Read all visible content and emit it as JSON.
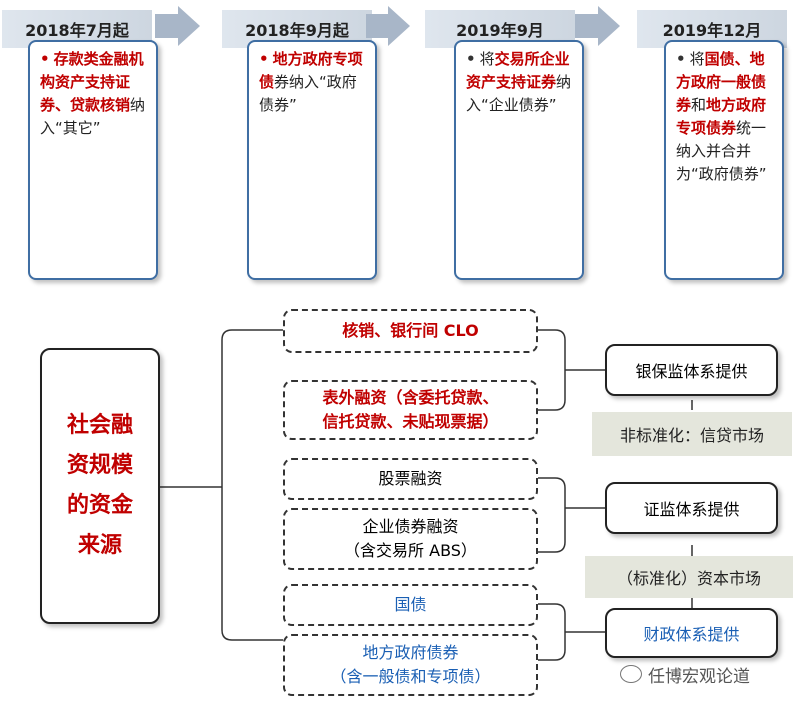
{
  "timeline": [
    {
      "date": "2018年7月起",
      "parts": [
        [
          "存款类金融机构资产支持证券、贷款核销",
          "red"
        ],
        [
          "纳入“其它”",
          "k"
        ]
      ],
      "bullet_red": true
    },
    {
      "date": "2018年9月起",
      "parts": [
        [
          "地方政府专项债",
          "red"
        ],
        [
          "券纳入“政府债券”",
          "k"
        ]
      ],
      "bullet_red": true
    },
    {
      "date": "2019年9月",
      "parts": [
        [
          "将",
          "k"
        ],
        [
          "交易所企业资产支持证券",
          "red"
        ],
        [
          "纳入“企业债券”",
          "k"
        ]
      ],
      "bullet_red": false
    },
    {
      "date": "2019年12月",
      "parts": [
        [
          "将",
          "k"
        ],
        [
          "国债、地方政府一般债券",
          "red"
        ],
        [
          "和",
          "k"
        ],
        [
          "地方政府专项债券",
          "red"
        ],
        [
          "统一纳入并合并为“政府债券”",
          "k"
        ]
      ],
      "bullet_red": false
    }
  ],
  "source_box": {
    "lines": [
      "社会融",
      "资规模",
      "的资金",
      "来源"
    ]
  },
  "items": {
    "write_off": "核销、银行间 CLO",
    "off_balance_1": "表外融资（含委托贷款、",
    "off_balance_2": "信托贷款、未贴现票据）",
    "stock": "股票融资",
    "corp_bond_1": "企业债券融资",
    "corp_bond_2": "（含交易所 ABS）",
    "treasury": "国债",
    "local_bond_1": "地方政府债券",
    "local_bond_2": "（含一般债和专项债）"
  },
  "providers": {
    "cbirc": "银保监体系提供",
    "csrc": "证监体系提供",
    "finance": "财政体系提供"
  },
  "markets": {
    "nonstandard": "非标准化：信贷市场",
    "standard": "（标准化）资本市场"
  },
  "watermark": "任博宏观论道",
  "colors": {
    "red": "#c00000",
    "blue": "#1a5fb4",
    "border": "#3f6ea3"
  }
}
